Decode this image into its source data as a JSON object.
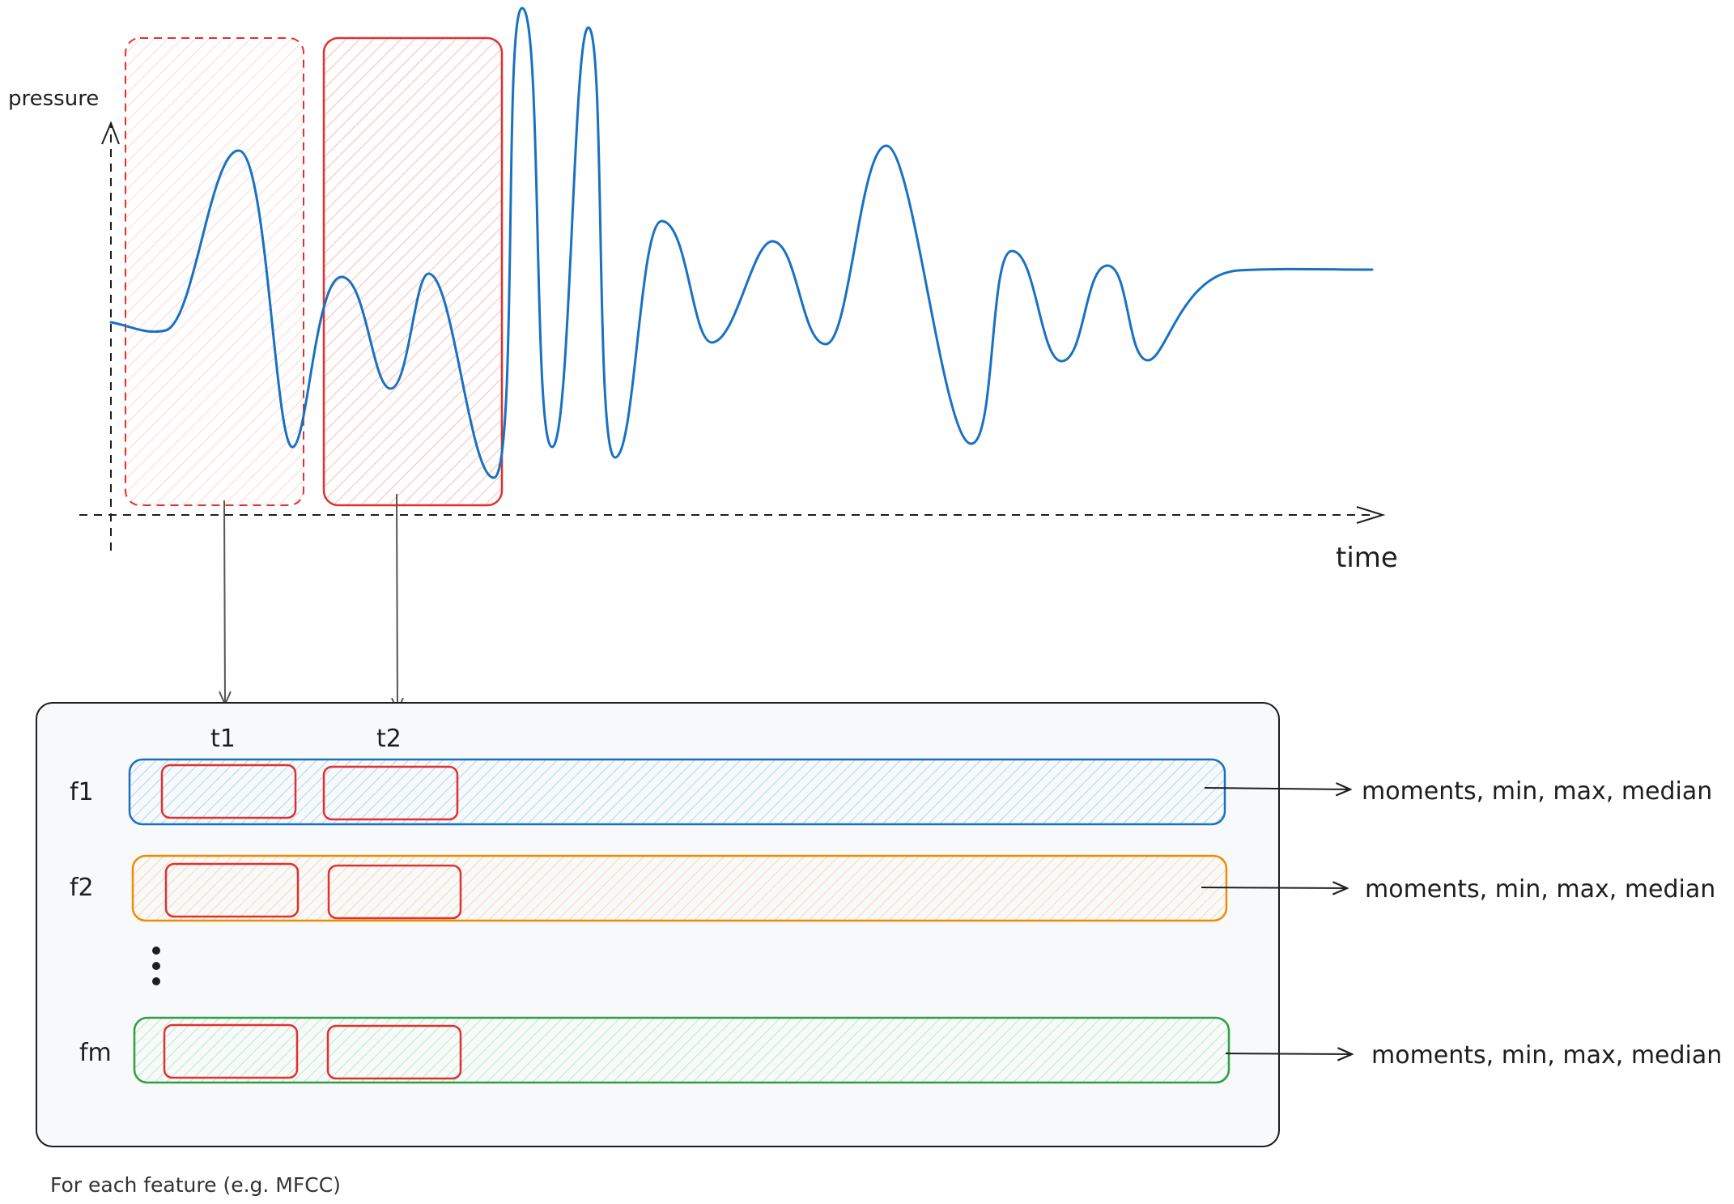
{
  "axes": {
    "y_label": "pressure",
    "x_label": "time"
  },
  "windows": [
    {
      "id": "t1",
      "label": "t1"
    },
    {
      "id": "t2",
      "label": "t2"
    }
  ],
  "features": [
    {
      "id": "f1",
      "label": "f1",
      "color": "#1971c2",
      "fill": "#a5d8ff",
      "stats_label": "moments, min, max, median"
    },
    {
      "id": "f2",
      "label": "f2",
      "color": "#f08c00",
      "fill": "#ffd8a8",
      "stats_label": "moments, min, max, median"
    },
    {
      "id": "fm",
      "label": "fm",
      "color": "#2f9e44",
      "fill": "#b2f2bb",
      "stats_label": "moments, min, max, median"
    }
  ],
  "caption": "For each feature (e.g. MFCC)",
  "colors": {
    "signal": "#1971c2",
    "window": "#e03131",
    "window_fill": "#ffc9c9",
    "stroke": "#1e1e1e",
    "panel_bg": "#f8f9fa"
  }
}
